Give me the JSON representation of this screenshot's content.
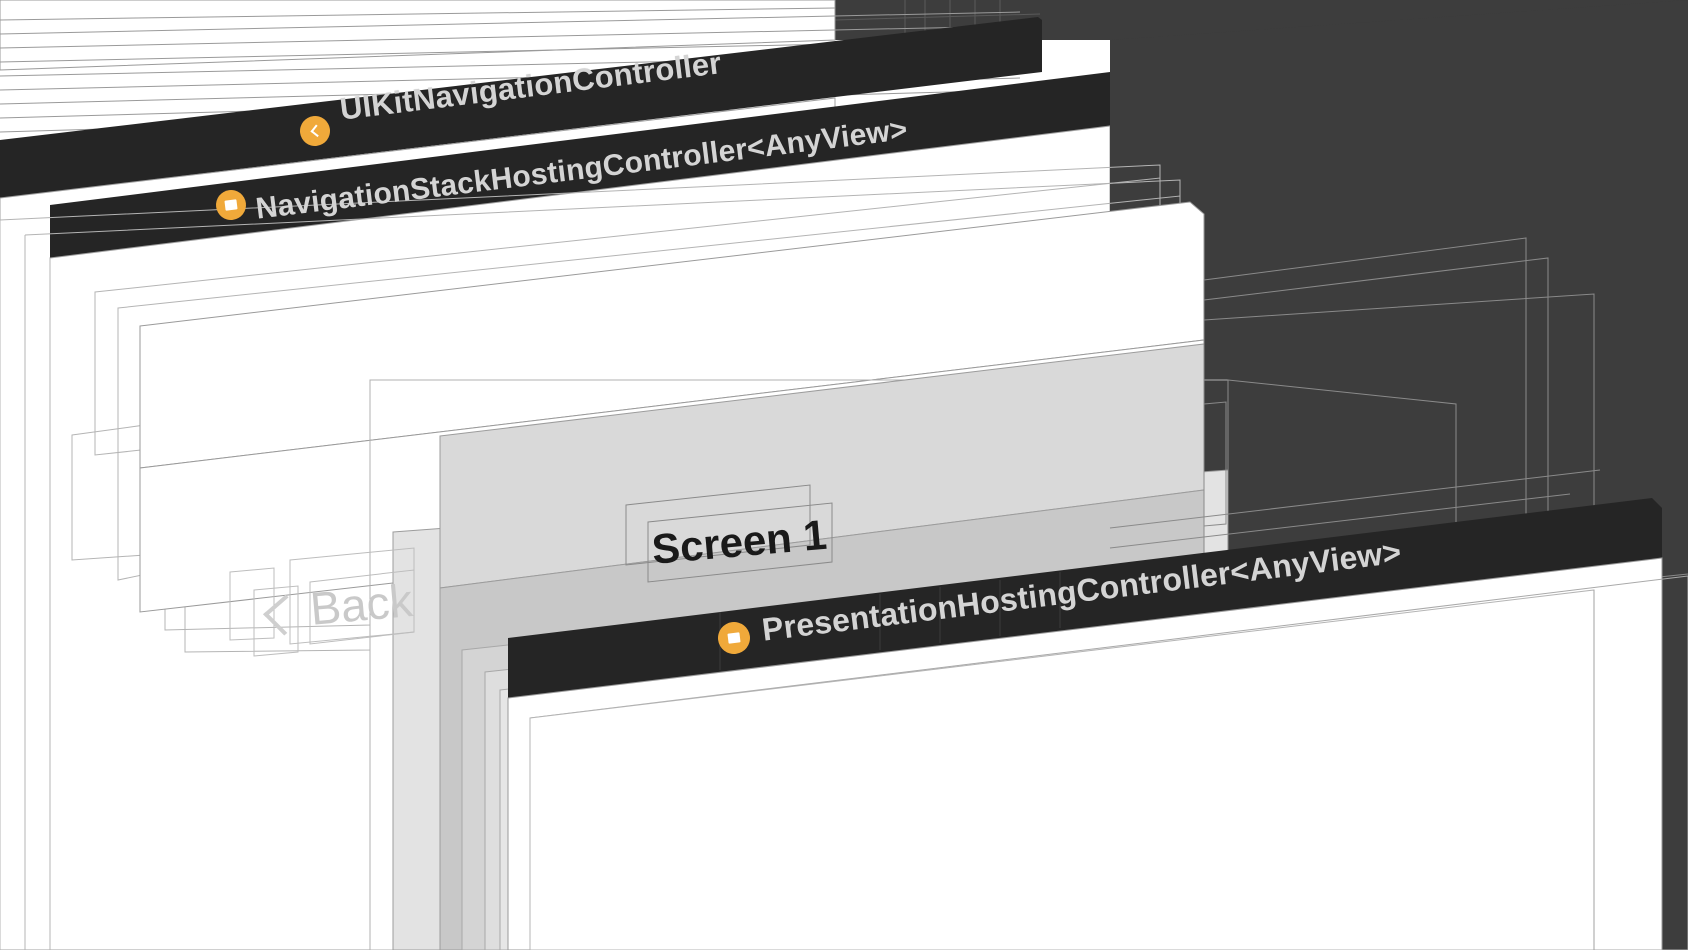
{
  "scene": {
    "colors": {
      "background": "#ffffff",
      "dark_panel": "#3d3d3d",
      "header_bar": "#252525",
      "header_text": "#d6d6d6",
      "badge": "#f0a93a",
      "outline": "#b0b0b0",
      "gray_panel": "#d9d9d9",
      "gray_panel_dark": "#c3c3c3"
    },
    "layers": {
      "uikit_navigation_controller": {
        "title": "UIKitNavigationController",
        "badge_icon": "chevron-left-icon"
      },
      "navigation_stack_hosting_controller": {
        "title": "NavigationStackHostingController<AnyView>",
        "badge_icon": "window-icon"
      },
      "presentation_hosting_controller": {
        "title": "PresentationHostingController<AnyView>",
        "badge_icon": "window-icon"
      }
    },
    "content": {
      "navigation_title": "Screen 1",
      "back_button_label": "Back",
      "back_button_icon": "chevron-left-icon"
    }
  }
}
